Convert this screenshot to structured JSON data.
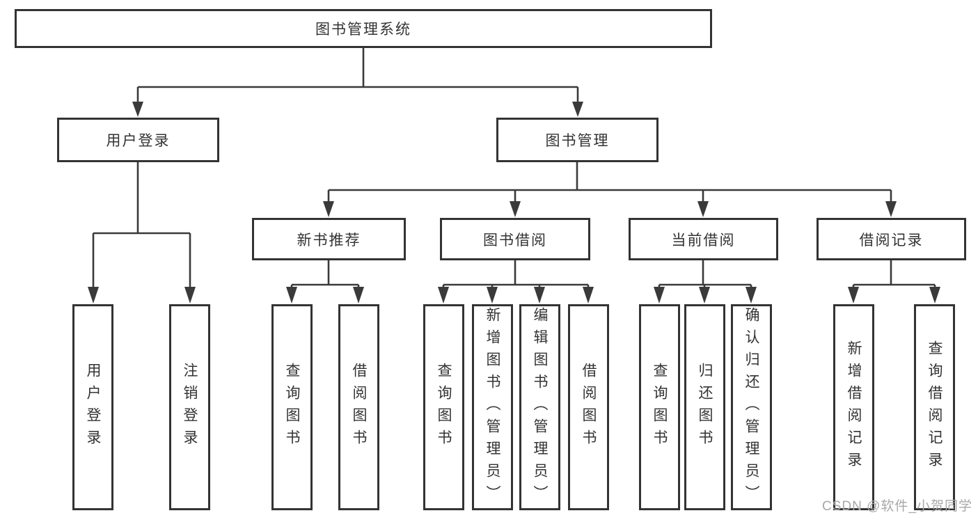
{
  "diagram": {
    "title_node": {
      "label": "图书管理系统"
    },
    "level2": [
      {
        "id": "user-login",
        "label": "用户登录"
      },
      {
        "id": "book-manage",
        "label": "图书管理"
      }
    ],
    "level3": [
      {
        "id": "new-book-recommend",
        "label": "新书推荐"
      },
      {
        "id": "book-borrow",
        "label": "图书借阅"
      },
      {
        "id": "current-borrow",
        "label": "当前借阅"
      },
      {
        "id": "borrow-records",
        "label": "借阅记录"
      }
    ],
    "leaves": {
      "login": [
        "用户登录",
        "注销登录"
      ],
      "recommend": [
        "查询图书",
        "借阅图书"
      ],
      "borrow": [
        "查询图书",
        "新增图书（管理员）",
        "编辑图书（管理员）",
        "借阅图书"
      ],
      "current": [
        "查询图书",
        "归还图书",
        "确认归还（管理员）"
      ],
      "records": [
        "新增借阅记录",
        "查询借阅记录"
      ]
    }
  },
  "watermark": "CSDN @软件_小贺同学",
  "colors": {
    "line": "#3a3a3a",
    "box_border": "#333333",
    "text": "#333333",
    "watermark_text": "#a8a8a8",
    "background": "#ffffff"
  }
}
